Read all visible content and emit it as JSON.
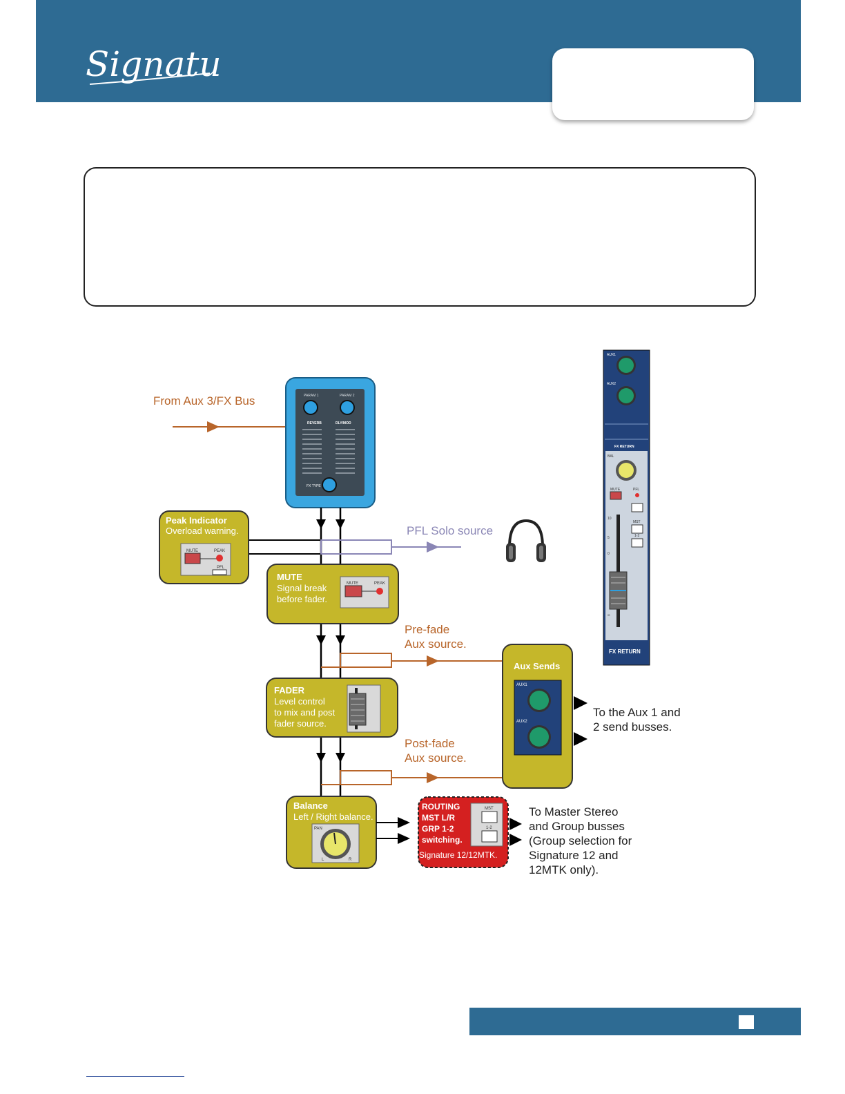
{
  "brand": {
    "logo_text": "Signature"
  },
  "diagram": {
    "input_label": "From Aux 3/FX Bus",
    "pfl_label": "PFL Solo source",
    "fx_unit": {
      "param1": "PARAM 1",
      "param2": "PARAM 2",
      "col1_title": "REVERB",
      "col2_title": "DLY/MOD",
      "knob_text": "FX TYPE"
    },
    "peak_box": {
      "title": "Peak Indicator",
      "desc": "Overload warning.",
      "mute": "MUTE",
      "peak": "PEAK",
      "pfl": "PFL"
    },
    "mute_box": {
      "title": "MUTE",
      "line1": "Signal break",
      "line2": "before fader.",
      "mute": "MUTE",
      "peak": "PEAK"
    },
    "prefade_label": {
      "line1": "Pre-fade",
      "line2": "Aux source."
    },
    "fader_box": {
      "title": "FADER",
      "line1": "Level control",
      "line2": "to mix and post",
      "line3": "fader source."
    },
    "postfade_label": {
      "line1": "Post-fade",
      "line2": "Aux source."
    },
    "aux_box": {
      "title": "Aux Sends",
      "aux1": "AUX1",
      "aux2": "AUX2"
    },
    "aux_dest": {
      "line1": "To the Aux 1 and",
      "line2": "2 send busses."
    },
    "balance_box": {
      "title": "Balance",
      "desc": "Left / Right balance.",
      "pan": "PAN",
      "l": "L",
      "r": "R"
    },
    "routing_box": {
      "line1": "ROUTING",
      "line2": "MST L/R",
      "line3": "GRP 1-2",
      "line4": "switching.",
      "footer": "Signature 12/12MTK.",
      "mst": "MST",
      "grp": "1-2"
    },
    "master_dest": {
      "line1": "To Master Stereo",
      "line2": "and Group busses",
      "line3": "(Group selection for",
      "line4": "Signature 12 and",
      "line5": "12MTK only)."
    },
    "strip": {
      "aux1": "AUX1",
      "aux2": "AUX2",
      "fx_return_top": "FX RETURN",
      "bal": "BAL",
      "mute": "MUTE",
      "pfl": "PFL",
      "mst": "MST",
      "grp": "1-2",
      "fx_return_bottom": "FX RETURN",
      "scale": [
        "10",
        "5",
        "0",
        "∞"
      ]
    }
  },
  "colors": {
    "brand_blue": "#2e6b93",
    "olive": "#c5b72a",
    "signal_orange": "#b8652a",
    "pfl_purple": "#8a86b5",
    "fx_blue": "#3aa6e0",
    "routing_red": "#d42020"
  }
}
